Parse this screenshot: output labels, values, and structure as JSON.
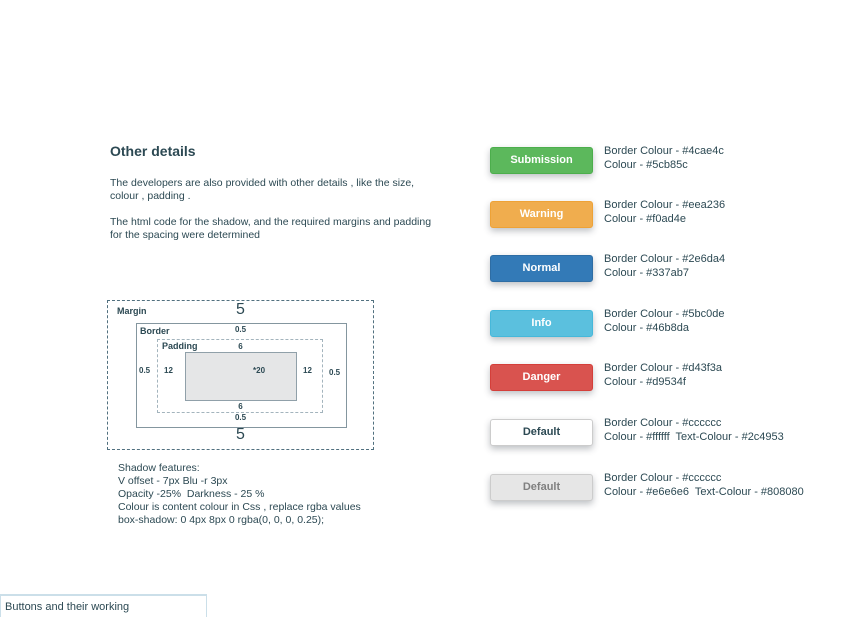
{
  "colors": {
    "text": "#2c4953",
    "background": "#ffffff"
  },
  "left": {
    "heading": "Other details",
    "para1": "The developers are also provided with other details , like the size, colour , padding .",
    "para2": "The html code for the shadow, and the required margins and padding for the spacing were determined",
    "shadow_notes": {
      "line1": "Shadow features:",
      "line2": "V offset - 7px Blu -r 3px",
      "line3": "Opacity -25%  Darkness - 25 %",
      "line4": "Colour is content colour in Css , replace rgba values",
      "line5": "box-shadow: 0 4px 8px 0 rgba(0, 0, 0, 0.25);"
    }
  },
  "diagram": {
    "margin_label": "Margin",
    "border_label": "Border",
    "padding_label": "Padding",
    "content_label": "*20",
    "margin_top": "5",
    "margin_bottom": "5",
    "border_top": "0.5",
    "border_bottom": "0.5",
    "border_left": "0.5",
    "border_right": "0.5",
    "padding_top": "6",
    "padding_bottom": "6",
    "padding_left": "12",
    "padding_right": "12"
  },
  "buttons": [
    {
      "label": "Submission",
      "bg": "#5cb85c",
      "border": "#4cae4c",
      "text_color": "#ffffff",
      "line1": "Border Colour - #4cae4c",
      "line2": "Colour - #5cb85c"
    },
    {
      "label": "Warning",
      "bg": "#f0ad4e",
      "border": "#eea236",
      "text_color": "#ffffff",
      "line1": "Border Colour - #eea236",
      "line2": "Colour - #f0ad4e"
    },
    {
      "label": "Normal",
      "bg": "#337ab7",
      "border": "#2e6da4",
      "text_color": "#ffffff",
      "line1": "Border Colour - #2e6da4",
      "line2": "Colour - #337ab7"
    },
    {
      "label": "Info",
      "bg": "#5bc0de",
      "border": "#46b8da",
      "text_color": "#ffffff",
      "line1": "Border Colour - #5bc0de",
      "line2": "Colour - #46b8da"
    },
    {
      "label": "Danger",
      "bg": "#d9534f",
      "border": "#d43f3a",
      "text_color": "#ffffff",
      "line1": "Border Colour - #d43f3a",
      "line2": "Colour - #d9534f"
    },
    {
      "label": "Default",
      "bg": "#ffffff",
      "border": "#cccccc",
      "text_color": "#2c4953",
      "line1": "Border Colour - #cccccc",
      "line2": "Colour - #ffffff  Text-Colour - #2c4953"
    },
    {
      "label": "Default",
      "bg": "#e6e6e6",
      "border": "#cccccc",
      "text_color": "#808080",
      "line1": "Border Colour - #cccccc",
      "line2": "Colour - #e6e6e6  Text-Colour - #808080"
    }
  ],
  "bottom_tab": {
    "label": "Buttons and their working"
  }
}
